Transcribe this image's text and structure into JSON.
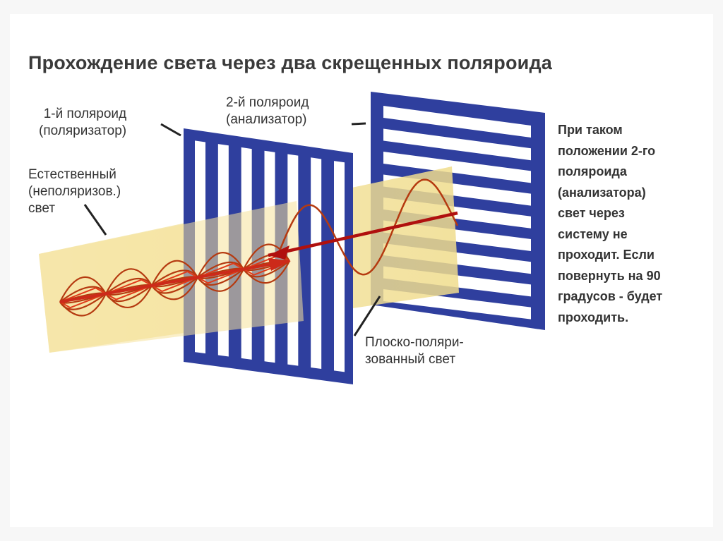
{
  "title": "Прохождение света через два скрещенных поляроида",
  "labels": {
    "polarizer": "1-й поляроид\n(поляризатор)",
    "analyzer": "2-й поляроид\n(анализатор)",
    "natural_light": "Естественный\n(неполяризов.)\nсвет",
    "plane_polarized": "Плоско-поляри-\nзованный свет",
    "explanation": "При таком\nположении 2-го\nполяроида\n(анализатора)\nсвет через\nсистему не\nпроходит. Если\nповернуть на 90\nградусов - будет\nпроходить."
  },
  "colors": {
    "frame": "#2f3f9e",
    "beam": "#f5e29a",
    "wave": "#c23a12",
    "text": "#333333"
  }
}
